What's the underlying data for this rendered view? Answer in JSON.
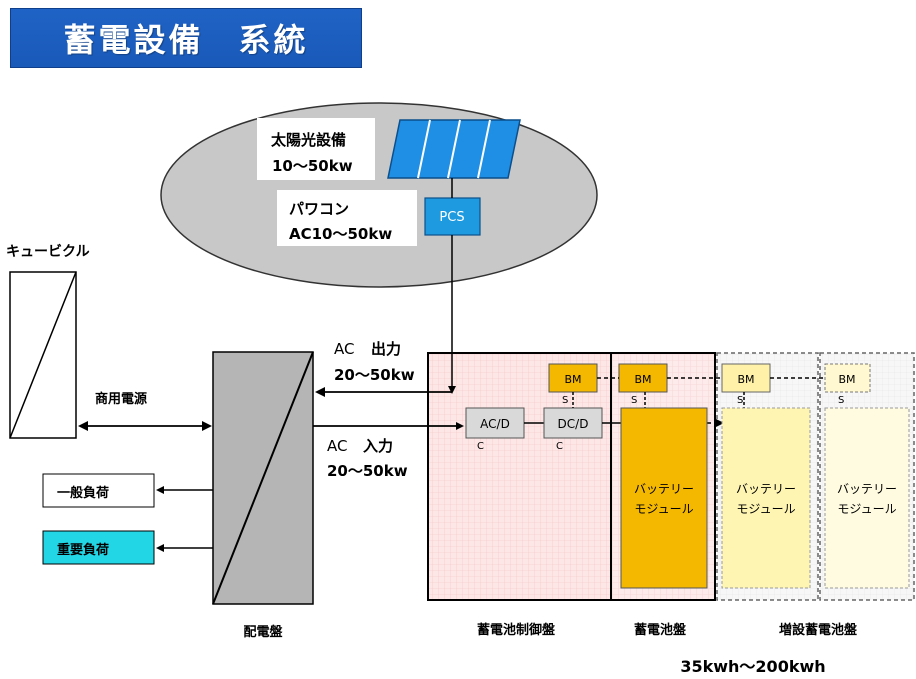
{
  "title": "蓄電設備　系統",
  "solar": {
    "label": "太陽光設備",
    "capacity": "10〜50kw"
  },
  "pcs": {
    "box_label": "PCS",
    "label": "パワコン",
    "capacity": "AC10〜50kw"
  },
  "cubicle": {
    "label": "キュービクル"
  },
  "commercial_power": {
    "label": "商用電源"
  },
  "loads": {
    "general": "一般負荷",
    "important": "重要負荷"
  },
  "distribution_panel": {
    "label": "配電盤"
  },
  "ac_output": {
    "label": "AC",
    "label2": "出力",
    "range": "20〜50kw"
  },
  "ac_input": {
    "label": "AC",
    "label2": "入力",
    "range": "20〜50kw"
  },
  "converters": {
    "acd": "AC/D",
    "dcd": "DC/D",
    "c": "C"
  },
  "bm": {
    "label": "BM",
    "s": "S"
  },
  "battery_module": {
    "line1": "バッテリー",
    "line2": "モジュール"
  },
  "panels": {
    "control": "蓄電池制御盤",
    "battery": "蓄電池盤",
    "additional": "増設蓄電池盤"
  },
  "capacity_total": "35kwh〜200kwh",
  "colors": {
    "title_bg": "#1f63c6",
    "pcs_blue": "#1e9be0",
    "solar_blue": "#1f8fe6",
    "battery_orange": "#f5b800",
    "battery_pale": "#fff5b3",
    "important_load": "#22d6e6",
    "control_panel_pink": "#fde3e3"
  }
}
